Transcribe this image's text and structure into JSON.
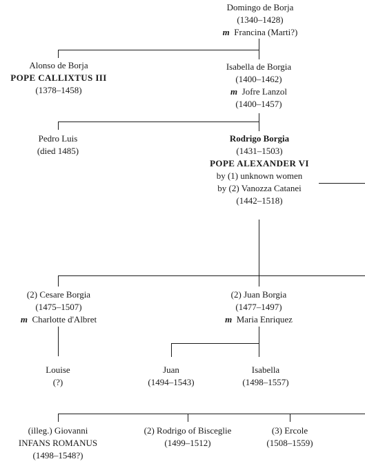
{
  "people": {
    "domingo": {
      "name": "Domingo de Borja",
      "dates": "(1340–1428)",
      "spouse_mark": "m",
      "spouse": "Francina (Marti?)"
    },
    "alonso": {
      "name": "Alonso de Borja",
      "title": "POPE CALLIXTUS III",
      "dates": "(1378–1458)"
    },
    "isabella_b": {
      "name": "Isabella de Borgia",
      "dates": "(1400–1462)",
      "spouse_mark": "m",
      "spouse": "Jofre Lanzol",
      "spouse_dates": "(1400–1457)"
    },
    "pedro": {
      "name": "Pedro Luis",
      "dates": "(died 1485)"
    },
    "rodrigo": {
      "name": "Rodrigo Borgia",
      "dates": "(1431–1503)",
      "title": "POPE ALEXANDER VI",
      "partner1": "by (1) unknown women",
      "partner2": "by (2) Vanozza Catanei",
      "partner2_dates": "(1442–1518)"
    },
    "cesare": {
      "name": "(2) Cesare Borgia",
      "dates": "(1475–1507)",
      "spouse_mark": "m",
      "spouse": "Charlotte d'Albret"
    },
    "juan_b": {
      "name": "(2) Juan Borgia",
      "dates": "(1477–1497)",
      "spouse_mark": "m",
      "spouse": "Maria Enriquez"
    },
    "louise": {
      "name": "Louise",
      "dates": "(?)"
    },
    "juan": {
      "name": "Juan",
      "dates": "(1494–1543)"
    },
    "isabella": {
      "name": "Isabella",
      "dates": "(1498–1557)"
    },
    "giovanni": {
      "name": "(illeg.) Giovanni",
      "title": "INFANS ROMANUS",
      "dates": "(1498–1548?)"
    },
    "rodrigo_b": {
      "name": "(2) Rodrigo of Bisceglie",
      "dates": "(1499–1512)"
    },
    "ercole": {
      "name": "(3) Ercole",
      "dates": "(1508–1559)"
    }
  }
}
